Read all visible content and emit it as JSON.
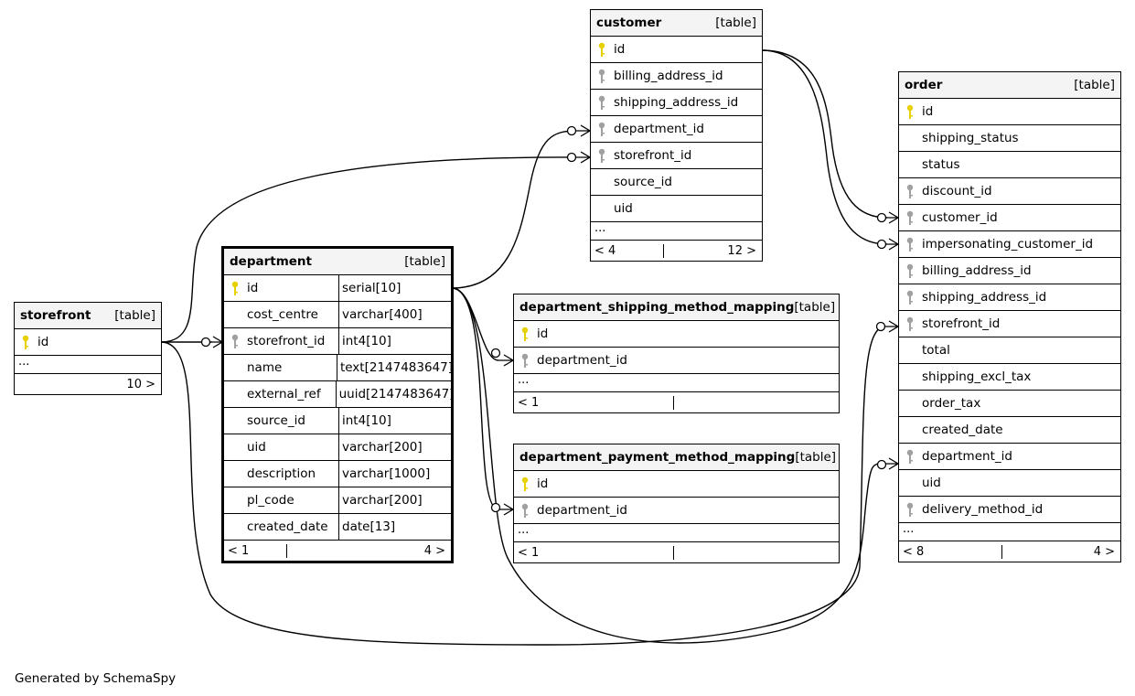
{
  "tables": {
    "customer": {
      "name": "customer",
      "type": "[table]",
      "columns": [
        {
          "name": "id",
          "key": "primary"
        },
        {
          "name": "billing_address_id",
          "key": "foreign"
        },
        {
          "name": "shipping_address_id",
          "key": "foreign"
        },
        {
          "name": "department_id",
          "key": "foreign"
        },
        {
          "name": "storefront_id",
          "key": "foreign"
        },
        {
          "name": "source_id",
          "key": "none"
        },
        {
          "name": "uid",
          "key": "none"
        }
      ],
      "ellipsis": "...",
      "footer": {
        "parents": "< 4",
        "middle": "",
        "children": "12 >"
      }
    },
    "order": {
      "name": "order",
      "type": "[table]",
      "columns": [
        {
          "name": "id",
          "key": "primary"
        },
        {
          "name": "shipping_status",
          "key": "none"
        },
        {
          "name": "status",
          "key": "none"
        },
        {
          "name": "discount_id",
          "key": "foreign"
        },
        {
          "name": "customer_id",
          "key": "foreign"
        },
        {
          "name": "impersonating_customer_id",
          "key": "foreign"
        },
        {
          "name": "billing_address_id",
          "key": "foreign"
        },
        {
          "name": "shipping_address_id",
          "key": "foreign"
        },
        {
          "name": "storefront_id",
          "key": "foreign"
        },
        {
          "name": "total",
          "key": "none"
        },
        {
          "name": "shipping_excl_tax",
          "key": "none"
        },
        {
          "name": "order_tax",
          "key": "none"
        },
        {
          "name": "created_date",
          "key": "none"
        },
        {
          "name": "department_id",
          "key": "foreign"
        },
        {
          "name": "uid",
          "key": "none"
        },
        {
          "name": "delivery_method_id",
          "key": "foreign"
        }
      ],
      "ellipsis": "...",
      "footer": {
        "parents": "< 8",
        "middle": "",
        "children": "4 >"
      }
    },
    "storefront": {
      "name": "storefront",
      "type": "[table]",
      "columns": [
        {
          "name": "id",
          "key": "primary"
        }
      ],
      "ellipsis": "...",
      "footer": {
        "parents": "",
        "middle": "",
        "children": "10 >"
      }
    },
    "department": {
      "name": "department",
      "type": "[table]",
      "columns": [
        {
          "name": "id",
          "dtype": "serial[10]",
          "key": "primary"
        },
        {
          "name": "cost_centre",
          "dtype": "varchar[400]",
          "key": "none"
        },
        {
          "name": "storefront_id",
          "dtype": "int4[10]",
          "key": "foreign"
        },
        {
          "name": "name",
          "dtype": "text[2147483647]",
          "key": "none"
        },
        {
          "name": "external_ref",
          "dtype": "uuid[2147483647]",
          "key": "none"
        },
        {
          "name": "source_id",
          "dtype": "int4[10]",
          "key": "none"
        },
        {
          "name": "uid",
          "dtype": "varchar[200]",
          "key": "none"
        },
        {
          "name": "description",
          "dtype": "varchar[1000]",
          "key": "none"
        },
        {
          "name": "pl_code",
          "dtype": "varchar[200]",
          "key": "none"
        },
        {
          "name": "created_date",
          "dtype": "date[13]",
          "key": "none"
        }
      ],
      "footer": {
        "parents": "< 1",
        "middle": "",
        "children": "4 >"
      }
    },
    "dsmm": {
      "name": "department_shipping_method_mapping",
      "type": "[table]",
      "columns": [
        {
          "name": "id",
          "key": "primary"
        },
        {
          "name": "department_id",
          "key": "foreign"
        }
      ],
      "ellipsis": "...",
      "footer": {
        "parents": "< 1",
        "middle": "",
        "children": ""
      }
    },
    "dpmm": {
      "name": "department_payment_method_mapping",
      "type": "[table]",
      "columns": [
        {
          "name": "id",
          "key": "primary"
        },
        {
          "name": "department_id",
          "key": "foreign"
        }
      ],
      "ellipsis": "...",
      "footer": {
        "parents": "< 1",
        "middle": "",
        "children": ""
      }
    }
  },
  "footer_text": "Generated by SchemaSpy",
  "colors": {
    "primary_key": "#e6d000",
    "foreign_key": "#a0a0a0",
    "header_bg": "#f4f4f4",
    "line": "#000000"
  }
}
